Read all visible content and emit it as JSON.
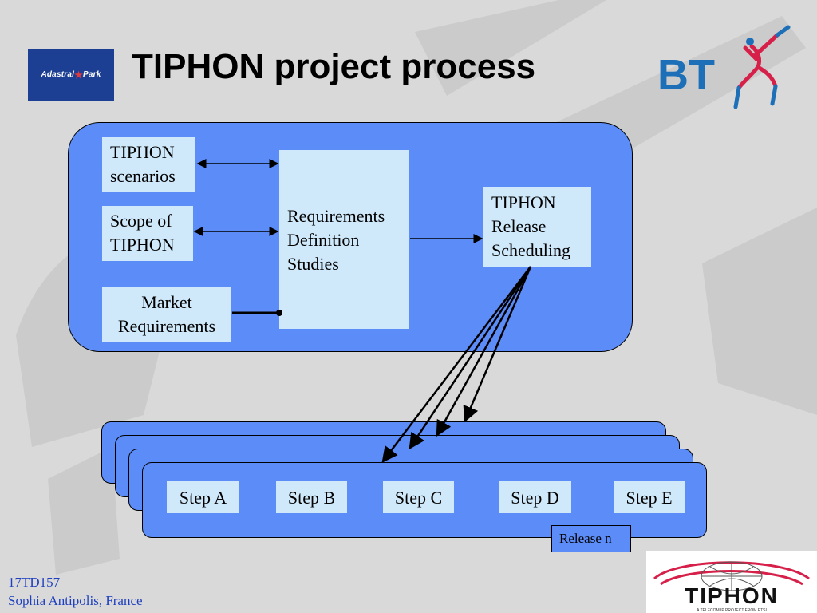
{
  "header": {
    "title": "TIPHON project process",
    "left_logo_text": "Adastral",
    "left_logo_text2": "Park",
    "right_logo_text": "BT"
  },
  "inputs": {
    "scenarios": [
      "TIPHON",
      "scenarios"
    ],
    "scope": [
      "Scope of",
      "TIPHON"
    ],
    "market": [
      "Market",
      "Requirements"
    ]
  },
  "requirements": [
    "Requirements",
    "Definition",
    "Studies"
  ],
  "release_scheduling": [
    "TIPHON",
    "Release",
    "Scheduling"
  ],
  "steps": [
    "Step A",
    "Step B",
    "Step C",
    "Step D",
    "Step E"
  ],
  "release_label": "Release n",
  "footer": {
    "code": "17TD157",
    "location": "Sophia Antipolis, France"
  },
  "tiphon_logo": {
    "text": "TIPHON",
    "tagline": "A TELECOM/IP PROJECT FROM ETSI"
  },
  "colors": {
    "background": "#d9d9d9",
    "panel": "#5b8cf8",
    "box": "#cfe9fb",
    "footer_text": "#1f3fbf",
    "brand_blue": "#1c3f93",
    "tiphon_red": "#d6204a"
  }
}
